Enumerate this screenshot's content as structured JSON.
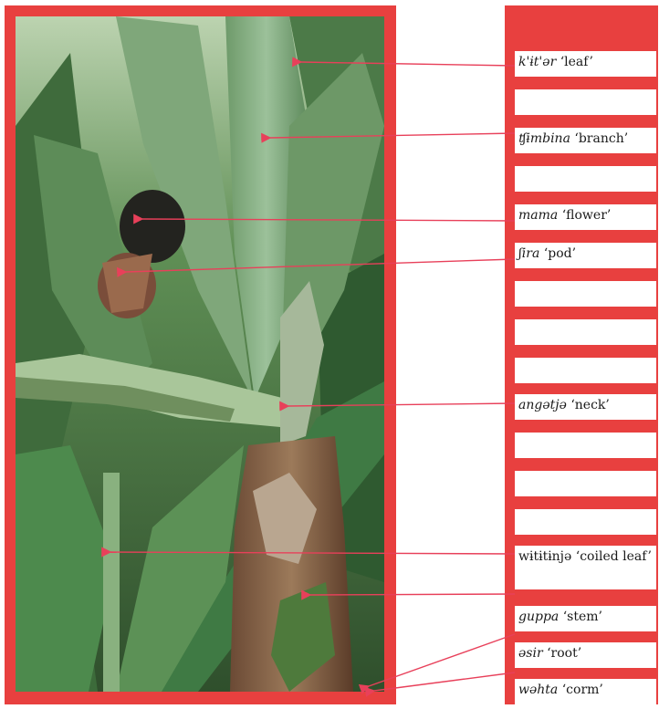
{
  "labels": [
    {
      "term": "k'ɨt'ər",
      "gloss": "‘leaf’"
    },
    {
      "term": "ʧɨmbina",
      "gloss": "‘branch’"
    },
    {
      "term": "mama",
      "gloss": "‘flower’"
    },
    {
      "term": "ʃira",
      "gloss": "‘pod’"
    },
    {
      "term": "angətjə",
      "gloss": "‘neck’"
    },
    {
      "term": "wɨtɨtɨnjə",
      "gloss": "‘coiled leaf’"
    },
    {
      "term": "guppa",
      "gloss": "‘stem’"
    },
    {
      "term": "əsir",
      "gloss": "‘root’"
    },
    {
      "term": "wəhta",
      "gloss": "‘corm’"
    }
  ],
  "colors": {
    "frame": "#e8403f",
    "connector": "#e8405a",
    "label_bg": "#ffffff"
  }
}
